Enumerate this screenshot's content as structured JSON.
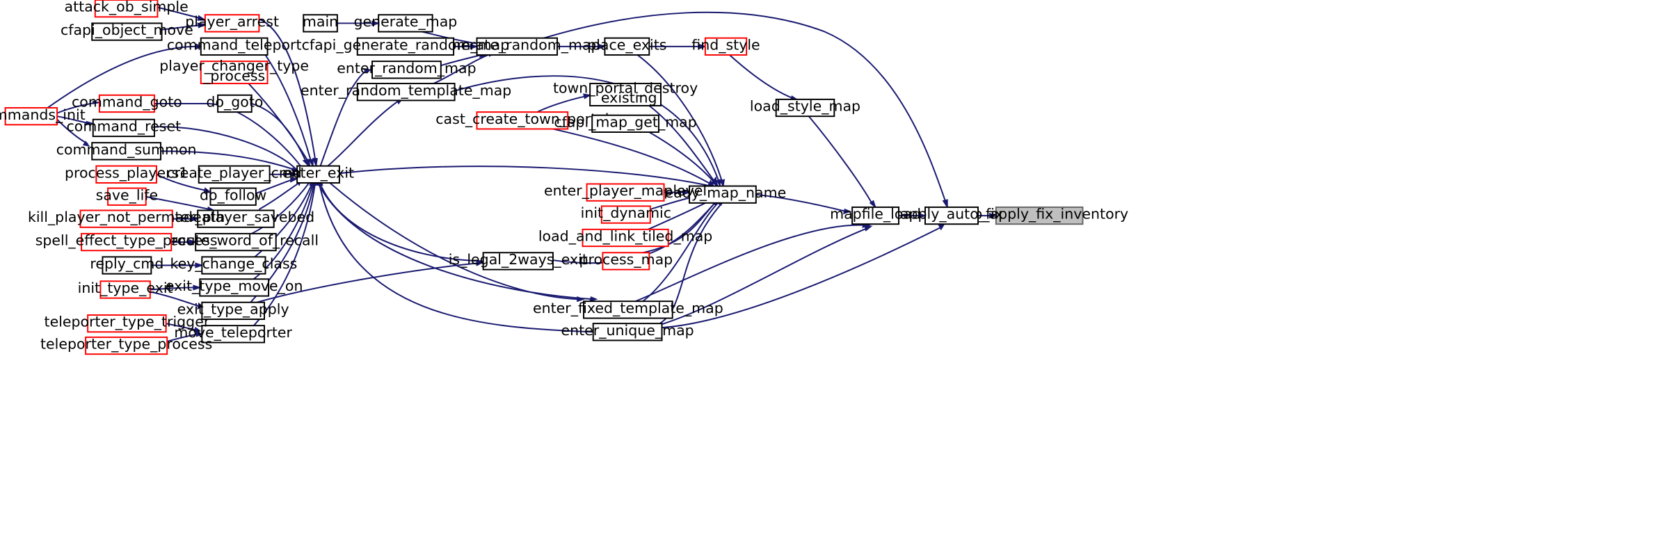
{
  "colors": {
    "edge": "#191970",
    "border_default": "#000000",
    "border_truncated": "#ff0000",
    "border_root": "#666666",
    "fill_default": "#ffffff",
    "fill_root": "#bfbfbf"
  },
  "nodes": [
    {
      "id": "n1",
      "label": "auto_apply_fix_inventory",
      "style": "root"
    },
    {
      "id": "n2",
      "label": "apply_auto_fix",
      "style": "default"
    },
    {
      "id": "n3",
      "label": "mapfile_load",
      "style": "default"
    },
    {
      "id": "n4",
      "label": "enter_fixed_template_map",
      "style": "default"
    },
    {
      "id": "n5",
      "label": "enter_exit",
      "style": "default"
    },
    {
      "id": "n6",
      "label": "command_goto",
      "style": "truncated"
    },
    {
      "id": "n7",
      "label": "commands_init",
      "style": "truncated"
    },
    {
      "id": "n8",
      "label": "command_reset",
      "style": "default"
    },
    {
      "id": "n9",
      "label": "command_summon",
      "style": "default"
    },
    {
      "id": "n10",
      "label": "command_teleport",
      "style": "default"
    },
    {
      "id": "n11",
      "label": "create_player_cmd",
      "style": "default"
    },
    {
      "id": "n12",
      "label": "do_follow",
      "style": "default"
    },
    {
      "id": "n13",
      "label": "process_players1",
      "style": "truncated"
    },
    {
      "id": "n14",
      "label": "do_goto",
      "style": "default"
    },
    {
      "id": "n15",
      "label": "enter_player_savebed",
      "style": "default"
    },
    {
      "id": "n16",
      "label": "kill_player_not_permadeath",
      "style": "truncated"
    },
    {
      "id": "n17",
      "label": "save_life",
      "style": "truncated"
    },
    {
      "id": "n18",
      "label": "execute_word_of_recall",
      "style": "default"
    },
    {
      "id": "n19",
      "label": "spell_effect_type_process",
      "style": "truncated"
    },
    {
      "id": "n20",
      "label": "exit_type_apply",
      "style": "default"
    },
    {
      "id": "n21",
      "label": "init_type_exit",
      "style": "truncated"
    },
    {
      "id": "n22",
      "label": "exit_type_move_on",
      "style": "default"
    },
    {
      "id": "n23",
      "label": "key_change_class",
      "style": "default"
    },
    {
      "id": "n24",
      "label": "reply_cmd",
      "style": "default"
    },
    {
      "id": "n25",
      "label": "move_teleporter",
      "style": "default"
    },
    {
      "id": "n26",
      "label": "teleporter_type_process",
      "style": "truncated"
    },
    {
      "id": "n27",
      "label": "teleporter_type_trigger",
      "style": "truncated"
    },
    {
      "id": "n28",
      "label": "player_arrest",
      "style": "truncated"
    },
    {
      "id": "n29",
      "label": "attack_ob_simple",
      "style": "truncated"
    },
    {
      "id": "n30",
      "label": "cfapi_object_move",
      "style": "default"
    },
    {
      "id": "n31",
      "label": "player_changer_type\n_process",
      "style": "truncated"
    },
    {
      "id": "n32",
      "label": "enter_unique_map",
      "style": "default"
    },
    {
      "id": "n33",
      "label": "load_style_map",
      "style": "default"
    },
    {
      "id": "n34",
      "label": "find_style",
      "style": "truncated"
    },
    {
      "id": "n35",
      "label": "place_exits",
      "style": "default"
    },
    {
      "id": "n36",
      "label": "generate_random_map",
      "style": "default"
    },
    {
      "id": "n37",
      "label": "cfapi_generate_random_map",
      "style": "default"
    },
    {
      "id": "n38",
      "label": "enter_random_map",
      "style": "default"
    },
    {
      "id": "n39",
      "label": "enter_random_template_map",
      "style": "default"
    },
    {
      "id": "n40",
      "label": "generate_map",
      "style": "default"
    },
    {
      "id": "n41",
      "label": "main",
      "style": "default"
    },
    {
      "id": "n42",
      "label": "ready_map_name",
      "style": "default"
    },
    {
      "id": "n43",
      "label": "cast_create_town_portal",
      "style": "truncated"
    },
    {
      "id": "n44",
      "label": "cfapi_map_get_map",
      "style": "default"
    },
    {
      "id": "n45",
      "label": "enter_player_maplevel",
      "style": "truncated"
    },
    {
      "id": "n46",
      "label": "init_dynamic",
      "style": "truncated"
    },
    {
      "id": "n47",
      "label": "is_legal_2ways_exit",
      "style": "default"
    },
    {
      "id": "n48",
      "label": "load_and_link_tiled_map",
      "style": "truncated"
    },
    {
      "id": "n49",
      "label": "process_map",
      "style": "truncated"
    },
    {
      "id": "n50",
      "label": "town_portal_destroy\n_existing",
      "style": "default"
    }
  ]
}
